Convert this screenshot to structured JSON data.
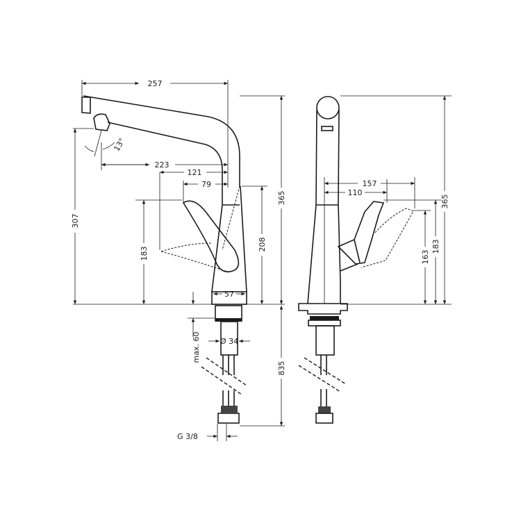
{
  "front_view": {
    "dimensions": {
      "overall_reach": "257",
      "overall_height": "365",
      "spout_height": "307",
      "spray_angle": "13°",
      "spout_reach": "223",
      "lever_reach_max": "121",
      "lever_reach_min": "79",
      "lever_height": "183",
      "body_height": "208",
      "base_width": "57",
      "mounting_depth": "max. 60",
      "hole_diameter": "Ø 34",
      "hose_length": "835",
      "connection_thread": "G 3/8"
    }
  },
  "side_view": {
    "dimensions": {
      "lever_reach_max": "157",
      "lever_reach_min": "110",
      "lever_height_min": "163",
      "lever_height_max": "183",
      "overall_height": "365"
    }
  }
}
